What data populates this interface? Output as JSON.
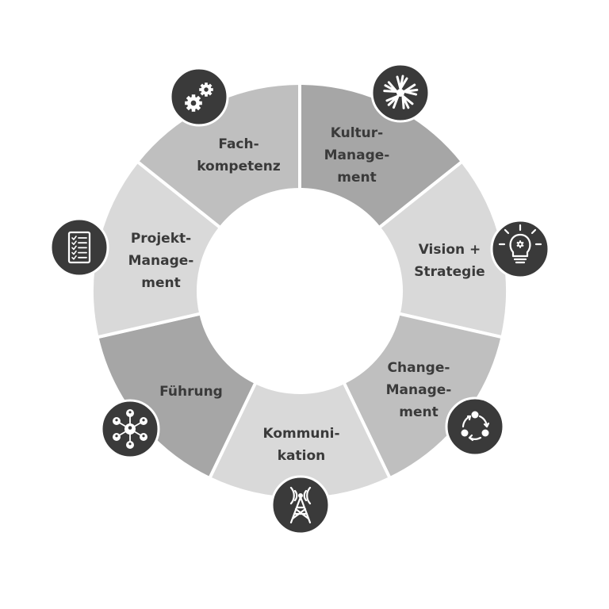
{
  "diagram": {
    "segments": [
      {
        "key": "kultur",
        "lines": [
          "Kultur-",
          "Manage-",
          "ment"
        ],
        "fill": "#a6a6a6",
        "icon": "hands-together-icon"
      },
      {
        "key": "vision",
        "lines": [
          "Vision +",
          "Strategie"
        ],
        "fill": "#d9d9d9",
        "icon": "lightbulb-gear-icon"
      },
      {
        "key": "change",
        "lines": [
          "Change-",
          "Manage-",
          "ment"
        ],
        "fill": "#bfbfbf",
        "icon": "cycle-arrows-icon"
      },
      {
        "key": "kommunikation",
        "lines": [
          "Kommuni-",
          "kation"
        ],
        "fill": "#d9d9d9",
        "icon": "radio-tower-icon"
      },
      {
        "key": "fuehrung",
        "lines": [
          "Führung"
        ],
        "fill": "#a6a6a6",
        "icon": "network-people-icon"
      },
      {
        "key": "projekt",
        "lines": [
          "Projekt-",
          "Manage-",
          "ment"
        ],
        "fill": "#d9d9d9",
        "icon": "checklist-icon"
      },
      {
        "key": "fach",
        "lines": [
          "Fach-",
          "kompetenz"
        ],
        "fill": "#bfbfbf",
        "icon": "gears-icon"
      }
    ],
    "colors": {
      "icon_circle": "#3a3a3a",
      "icon_fg": "#ffffff",
      "text": "#3a3a3a",
      "divider": "#ffffff"
    }
  }
}
